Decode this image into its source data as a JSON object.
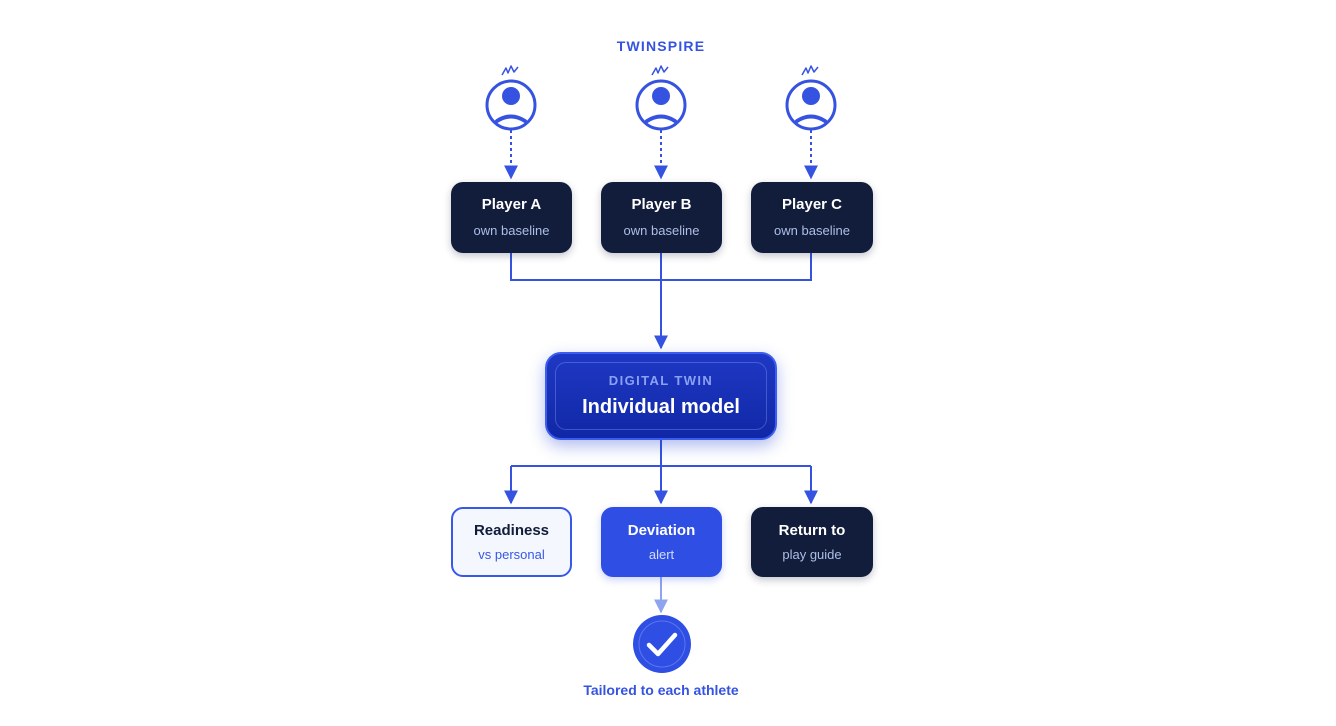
{
  "brand": "TWINSPIRE",
  "players": [
    {
      "name": "Player A",
      "sub": "own baseline"
    },
    {
      "name": "Player B",
      "sub": "own baseline"
    },
    {
      "name": "Player C",
      "sub": "own baseline"
    }
  ],
  "twin": {
    "kicker": "DIGITAL TWIN",
    "title": "Individual model"
  },
  "outputs": [
    {
      "title": "Readiness",
      "sub": "vs personal"
    },
    {
      "title": "Deviation",
      "sub": "alert"
    },
    {
      "title": "Return to",
      "sub": "play guide"
    }
  ],
  "caption": "Tailored to each athlete",
  "colors": {
    "accent": "#3553e0",
    "dark_box": "#121d3b",
    "blue_box": "#2f4fe4",
    "twin": "#1028a6",
    "light_box": "#f4f7fe"
  },
  "icons": {
    "avatar": "athlete-avatar-icon",
    "check": "checkmark-icon"
  }
}
